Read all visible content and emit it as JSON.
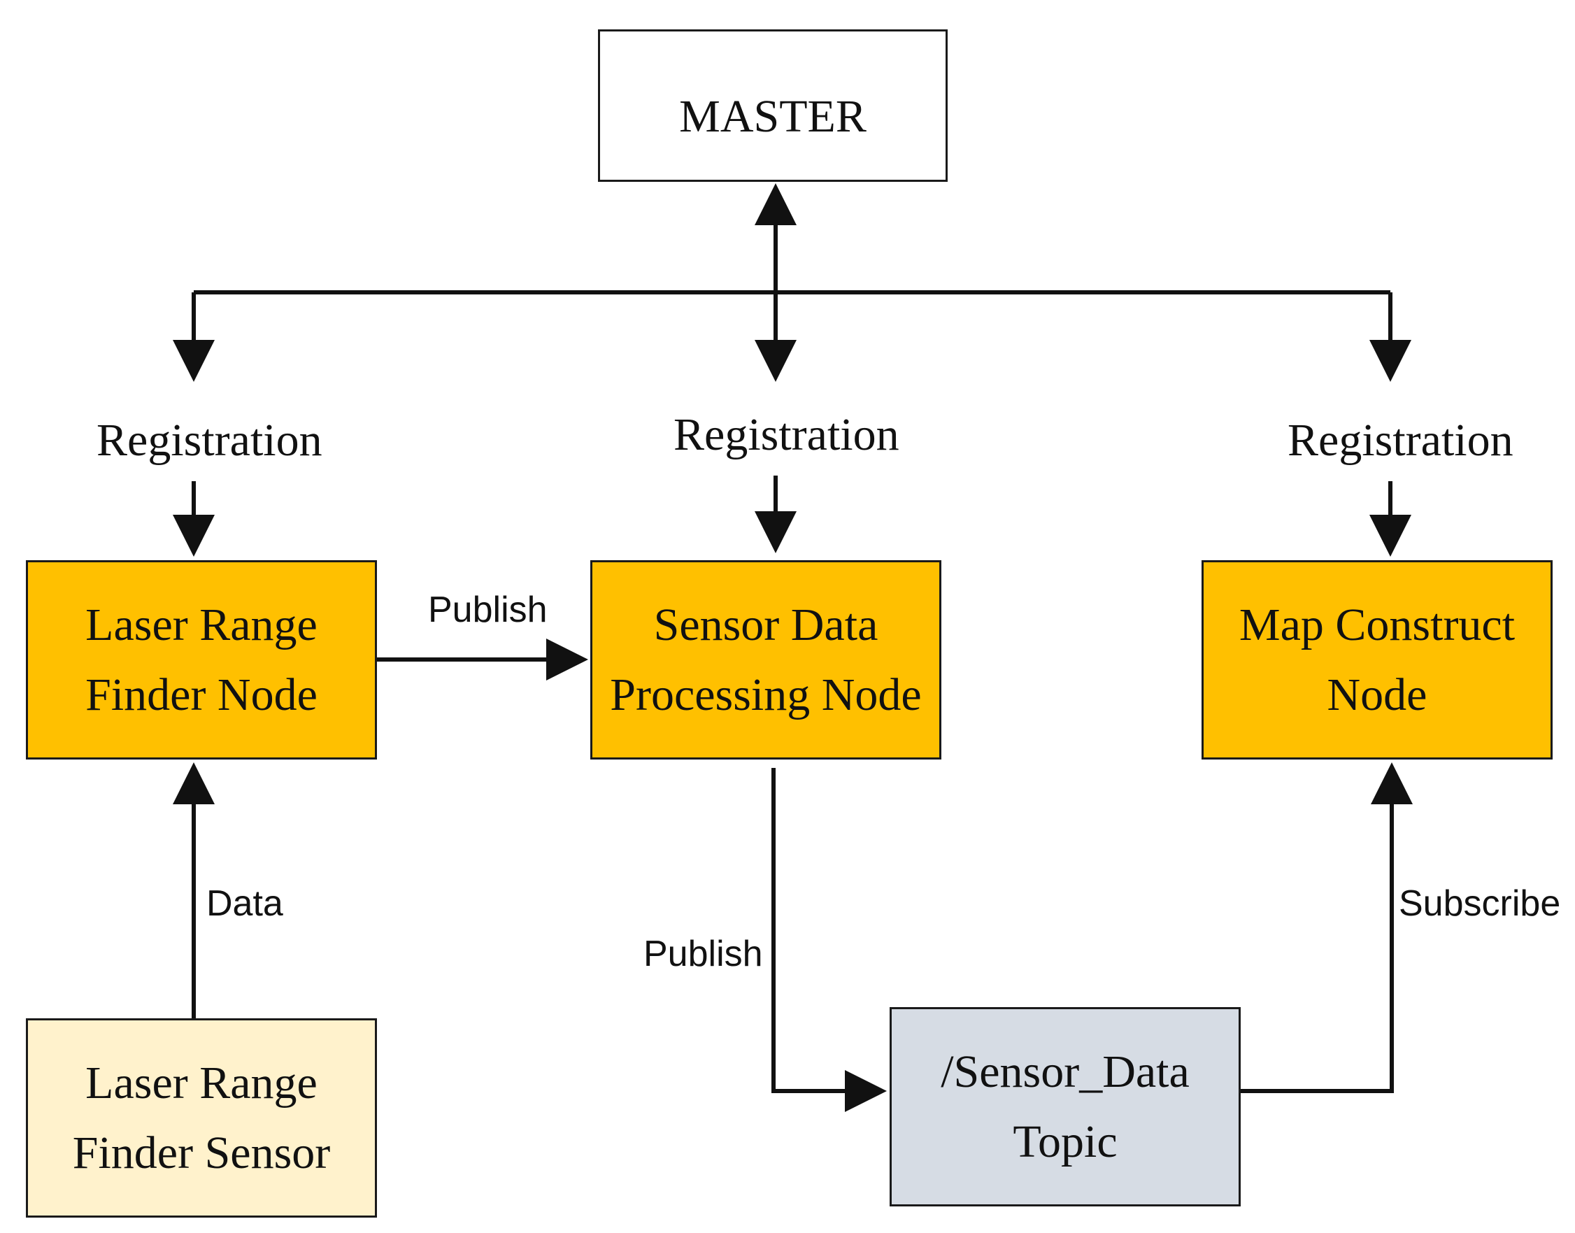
{
  "master": {
    "label": "MASTER"
  },
  "nodes": {
    "laser_range_finder_node": {
      "line1": "Laser Range",
      "line2": "Finder Node"
    },
    "sensor_data_processing_node": {
      "line1": "Sensor Data",
      "line2": "Processing Node"
    },
    "map_construct_node": {
      "line1": "Map Construct",
      "line2": "Node"
    }
  },
  "sensor": {
    "line1": "Laser Range",
    "line2": "Finder Sensor"
  },
  "topic": {
    "line1": "/Sensor_Data",
    "line2": "Topic"
  },
  "edge_labels": {
    "registration_left": "Registration",
    "registration_middle": "Registration",
    "registration_right": "Registration",
    "publish_to_processing": "Publish",
    "publish_to_topic": "Publish",
    "data": "Data",
    "subscribe": "Subscribe"
  },
  "colors": {
    "node_fill": "#ffc000",
    "sensor_fill": "#fff2cc",
    "topic_fill": "#d6dce4",
    "line": "#111111"
  }
}
